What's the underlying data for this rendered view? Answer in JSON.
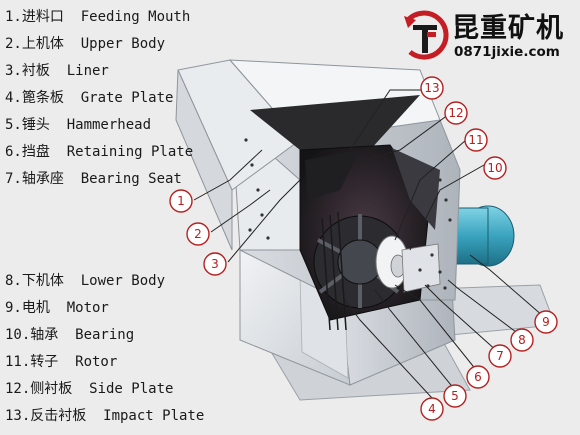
{
  "brand": {
    "name_cn": "昆重矿机",
    "url": "0871jixie.com",
    "colors": {
      "red": "#c41e24",
      "dark": "#1a1a1a"
    }
  },
  "legend_top": [
    "1.进料口  Feeding Mouth",
    "2.上机体  Upper Body",
    "3.衬板  Liner",
    "4.篦条板  Grate Plate",
    "5.锤头  Hammerhead",
    "6.挡盘  Retaining Plate",
    "7.轴承座  Bearing Seat"
  ],
  "legend_bottom": [
    "8.下机体  Lower Body",
    "9.电机  Motor",
    "10.轴承  Bearing",
    "11.转子  Rotor",
    "12.侧衬板  Side Plate",
    "13.反击衬板  Impact Plate"
  ],
  "callouts": [
    "1",
    "2",
    "3",
    "4",
    "5",
    "6",
    "7",
    "8",
    "9",
    "10",
    "11",
    "12",
    "13"
  ],
  "colors": {
    "callout": "#b52121",
    "machine_light": "#e6e9ed",
    "machine_mid": "#c3c8ce",
    "machine_dark": "#1b1b1d"
  }
}
